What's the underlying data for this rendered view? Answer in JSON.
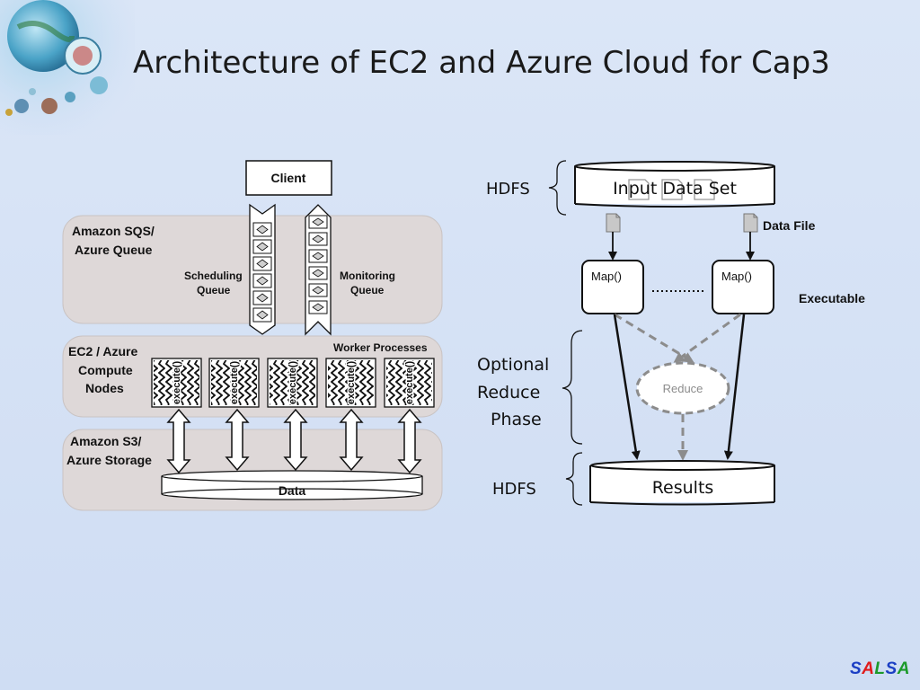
{
  "slide": {
    "title": "Architecture of EC2 and Azure Cloud for Cap3",
    "logo": [
      "S",
      "A",
      "L",
      "S",
      "A"
    ]
  },
  "left_diagram": {
    "client": "Client",
    "queue_layer": [
      "Amazon SQS/",
      "Azure Queue"
    ],
    "scheduling_queue": [
      "Scheduling",
      "Queue"
    ],
    "monitoring_queue": [
      "Monitoring",
      "Queue"
    ],
    "worker_processes": "Worker Processes",
    "compute_layer": [
      "EC2 / Azure",
      "Compute",
      "Nodes"
    ],
    "worker_label": "execute()",
    "storage_layer": [
      "Amazon S3/",
      "Azure Storage"
    ],
    "data": "Data"
  },
  "right_diagram": {
    "hdfs_top": "HDFS",
    "input": "Input Data Set",
    "data_file": "Data File",
    "map": "Map()",
    "executable": "Executable",
    "optional_reduce": [
      "Optional",
      "Reduce",
      "Phase"
    ],
    "reduce": "Reduce",
    "hdfs_bottom": "HDFS",
    "results": "Results"
  }
}
